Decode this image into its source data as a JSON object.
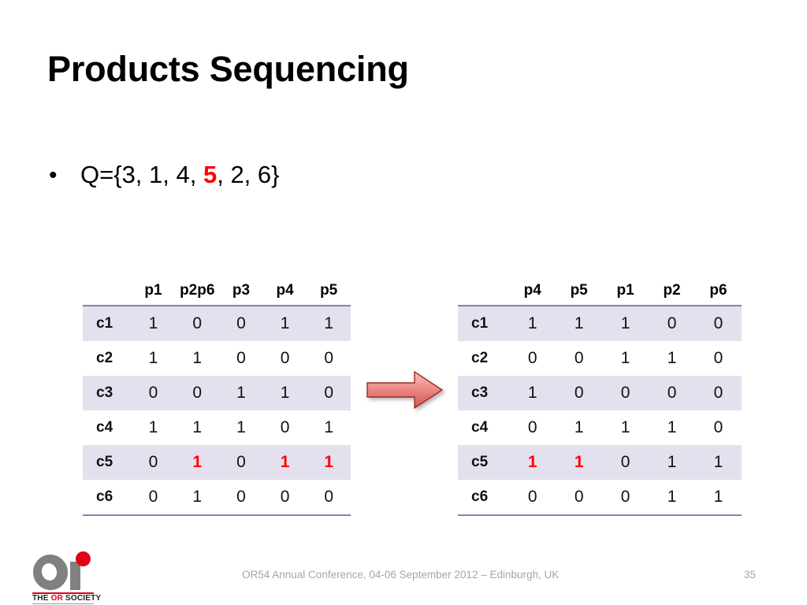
{
  "slide": {
    "title": "Products Sequencing",
    "bullet_marker": "•",
    "bullet_prefix": "Q={3, 1, 4, ",
    "bullet_highlight": "5",
    "bullet_suffix": ", 2, 6}",
    "highlight_color": "#ff0000",
    "band_color": "#e4e0ed",
    "rule_color": "#8d7fad"
  },
  "arrow": {
    "name": "right-arrow",
    "direction": "right",
    "fill_light": "#f2a6a1",
    "fill_dark": "#d9534f",
    "stroke": "#9e2a24"
  },
  "table_left": {
    "corner_label": "",
    "columns": [
      "p1",
      "p2p6",
      "p3",
      "p4",
      "p5"
    ],
    "rows": [
      {
        "label": "c1",
        "values": [
          "1",
          "0",
          "0",
          "1",
          "1"
        ],
        "red": [
          false,
          false,
          false,
          false,
          false
        ]
      },
      {
        "label": "c2",
        "values": [
          "1",
          "1",
          "0",
          "0",
          "0"
        ],
        "red": [
          false,
          false,
          false,
          false,
          false
        ]
      },
      {
        "label": "c3",
        "values": [
          "0",
          "0",
          "1",
          "1",
          "0"
        ],
        "red": [
          false,
          false,
          false,
          false,
          false
        ]
      },
      {
        "label": "c4",
        "values": [
          "1",
          "1",
          "1",
          "0",
          "1"
        ],
        "red": [
          false,
          false,
          false,
          false,
          false
        ]
      },
      {
        "label": "c5",
        "values": [
          "0",
          "1",
          "0",
          "1",
          "1"
        ],
        "red": [
          false,
          true,
          false,
          true,
          true
        ]
      },
      {
        "label": "c6",
        "values": [
          "0",
          "1",
          "0",
          "0",
          "0"
        ],
        "red": [
          false,
          false,
          false,
          false,
          false
        ]
      }
    ]
  },
  "table_right": {
    "corner_label": "",
    "columns": [
      "p4",
      "p5",
      "p1",
      "p2",
      "p6"
    ],
    "rows": [
      {
        "label": "c1",
        "values": [
          "1",
          "1",
          "1",
          "0",
          "0"
        ],
        "red": [
          false,
          false,
          false,
          false,
          false
        ]
      },
      {
        "label": "c2",
        "values": [
          "0",
          "0",
          "1",
          "1",
          "0"
        ],
        "red": [
          false,
          false,
          false,
          false,
          false
        ]
      },
      {
        "label": "c3",
        "values": [
          "1",
          "0",
          "0",
          "0",
          "0"
        ],
        "red": [
          false,
          false,
          false,
          false,
          false
        ]
      },
      {
        "label": "c4",
        "values": [
          "0",
          "1",
          "1",
          "1",
          "0"
        ],
        "red": [
          false,
          false,
          false,
          false,
          false
        ]
      },
      {
        "label": "c5",
        "values": [
          "1",
          "1",
          "0",
          "1",
          "1"
        ],
        "red": [
          true,
          true,
          false,
          false,
          false
        ]
      },
      {
        "label": "c6",
        "values": [
          "0",
          "0",
          "0",
          "1",
          "1"
        ],
        "red": [
          false,
          false,
          false,
          false,
          false
        ]
      }
    ]
  },
  "footer": {
    "text": "OR54 Annual Conference, 04-06 September 2012 – Edinburgh, UK",
    "page_number": "35"
  },
  "logo": {
    "words_the": "THE ",
    "words_or": "OR",
    "words_society": " SOCIETY",
    "gray": "#808080",
    "red": "#e1001a"
  }
}
